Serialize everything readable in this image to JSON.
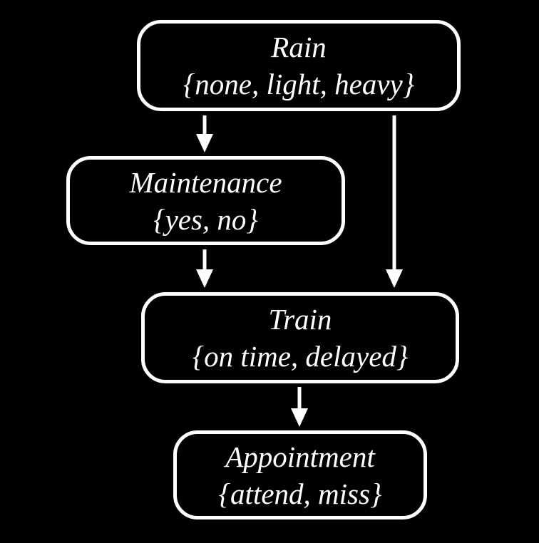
{
  "diagram": {
    "type": "bayesian-network",
    "colors": {
      "background": "#000000",
      "node_border": "#ffffff",
      "text": "#ffffff",
      "arrow": "#ffffff"
    },
    "nodes": [
      {
        "id": "rain",
        "label": "Rain",
        "values": "{none, light, heavy}"
      },
      {
        "id": "maintenance",
        "label": "Maintenance",
        "values": "{yes, no}"
      },
      {
        "id": "train",
        "label": "Train",
        "values": "{on time, delayed}"
      },
      {
        "id": "appointment",
        "label": "Appointment",
        "values": "{attend, miss}"
      }
    ],
    "edges": [
      {
        "from": "rain",
        "to": "maintenance"
      },
      {
        "from": "rain",
        "to": "train"
      },
      {
        "from": "maintenance",
        "to": "train"
      },
      {
        "from": "train",
        "to": "appointment"
      }
    ]
  }
}
